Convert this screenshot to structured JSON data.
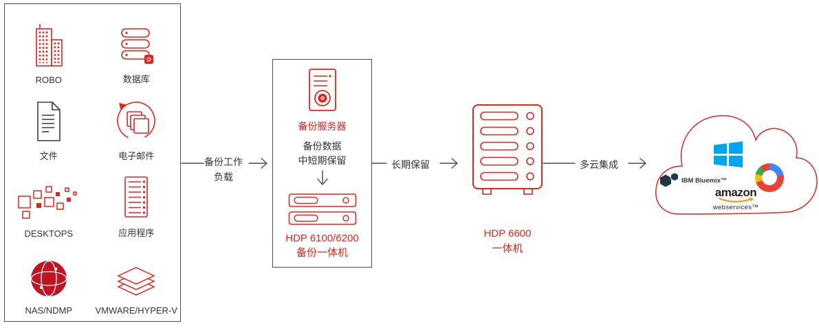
{
  "colors": {
    "brand_red": "#e1251b",
    "globe_red": "#c01423",
    "line_gray": "#4a4a4a",
    "text_dark": "#333333",
    "microsoft_blue": "#00a4ef",
    "amazon_orange": "#f7981d",
    "ibm_dark": "#253746",
    "google_red": "#ea4335",
    "google_blue": "#4285f4",
    "google_green": "#34a853",
    "google_yellow": "#fbbc05"
  },
  "source_box": {
    "items": [
      {
        "label": "ROBO",
        "icon": "building-icon"
      },
      {
        "label": "数据库",
        "icon": "database-icon"
      },
      {
        "label": "文件",
        "icon": "document-icon"
      },
      {
        "label": "电子邮件",
        "icon": "email-sync-icon"
      },
      {
        "label": "DESKTOPS",
        "icon": "desktops-icon"
      },
      {
        "label": "应用程序",
        "icon": "app-server-icon"
      },
      {
        "label": "NAS/NDMP",
        "icon": "globe-icon"
      },
      {
        "label": "VMWARE/HYPER-V",
        "icon": "layers-icon"
      }
    ]
  },
  "arrows": {
    "workload_line1": "备份工作",
    "workload_line2": "负载",
    "long_term": "长期保留",
    "multicloud": "多云集成"
  },
  "backup_box": {
    "server_label": "备份服务器",
    "data_line1": "备份数据",
    "data_line2": "中短期保留",
    "model_line1": "HDP 6100/6200",
    "model_line2": "备份一体机"
  },
  "hdp6600": {
    "line1": "HDP 6600",
    "line2": "一体机"
  },
  "cloud": {
    "ibm_label": "IBM Bluemix™",
    "amazon_line1": "amazon",
    "amazon_line2": "webservices™",
    "logos": [
      "ibm-bluemix-logo",
      "microsoft-logo",
      "google-cloud-logo",
      "amazon-web-services-logo"
    ]
  }
}
